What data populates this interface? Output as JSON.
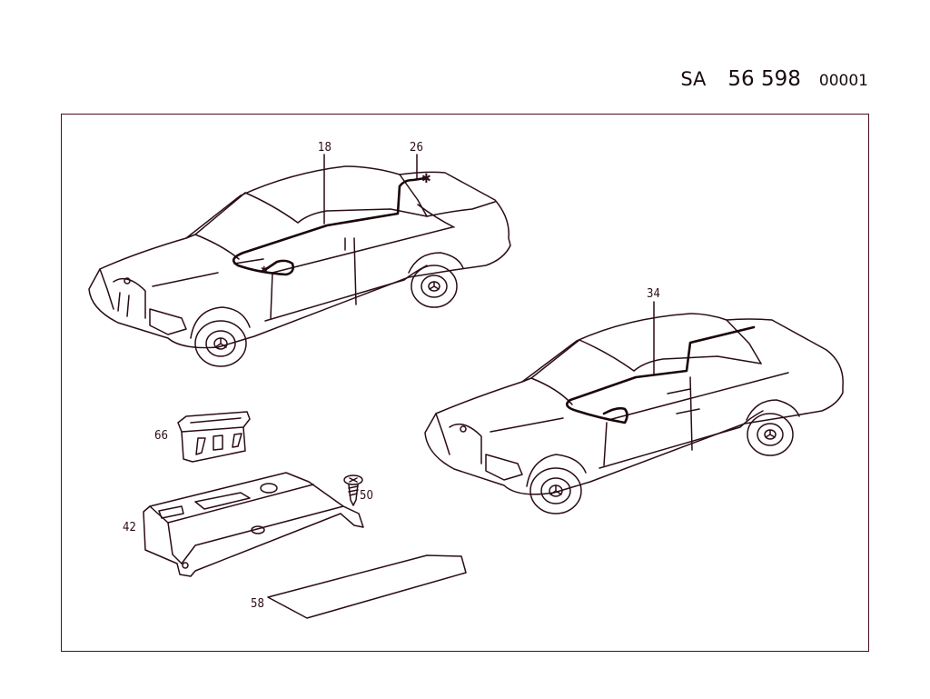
{
  "header": {
    "prefix": "SA",
    "number": "56 598",
    "suffix": "00001"
  },
  "diagram": {
    "callouts": [
      {
        "id": "18",
        "label": "18",
        "part": "wire harness (car 1)"
      },
      {
        "id": "26",
        "label": "26",
        "part": "rear connector"
      },
      {
        "id": "34",
        "label": "34",
        "part": "wire harness (car 2)"
      },
      {
        "id": "66",
        "label": "66",
        "part": "switch housing"
      },
      {
        "id": "50",
        "label": "50",
        "part": "screw"
      },
      {
        "id": "42",
        "label": "42",
        "part": "bracket"
      },
      {
        "id": "58",
        "label": "58",
        "part": "pad"
      }
    ],
    "colors": {
      "line": "#2a0c14",
      "frame": "#4a1020",
      "background": "#ffffff"
    }
  }
}
